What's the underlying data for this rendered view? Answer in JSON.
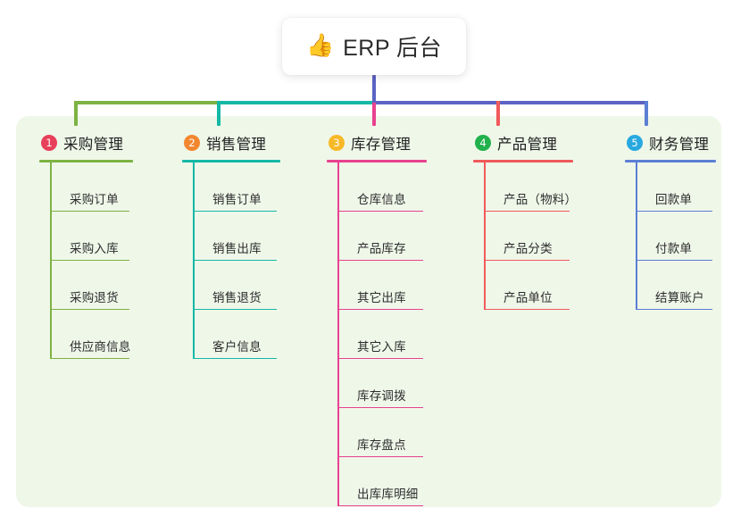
{
  "root": {
    "icon": "thumbs-up-icon",
    "icon_glyph": "👍",
    "title": "ERP 后台"
  },
  "panel": {
    "background": "#eff7e9"
  },
  "trunk": {
    "color": "#5c63c4"
  },
  "columns": [
    {
      "number": "1",
      "title": "采购管理",
      "badge_color": "#e8405a",
      "line_color": "#7cb342",
      "items": [
        "采购订单",
        "采购入库",
        "采购退货",
        "供应商信息"
      ]
    },
    {
      "number": "2",
      "title": "销售管理",
      "badge_color": "#f3872f",
      "line_color": "#14b8a6",
      "items": [
        "销售订单",
        "销售出库",
        "销售退货",
        "客户信息"
      ]
    },
    {
      "number": "3",
      "title": "库存管理",
      "badge_color": "#f7b928",
      "line_color": "#e8418f",
      "items": [
        "仓库信息",
        "产品库存",
        "其它出库",
        "其它入库",
        "库存调拨",
        "库存盘点",
        "出库库明细"
      ]
    },
    {
      "number": "4",
      "title": "产品管理",
      "badge_color": "#22b14c",
      "line_color": "#f05a5a",
      "items": [
        "产品（物料）",
        "产品分类",
        "产品单位"
      ]
    },
    {
      "number": "5",
      "title": "财务管理",
      "badge_color": "#29a8e0",
      "line_color": "#5b7fd4",
      "items": [
        "回款单",
        "付款单",
        "结算账户"
      ]
    }
  ]
}
